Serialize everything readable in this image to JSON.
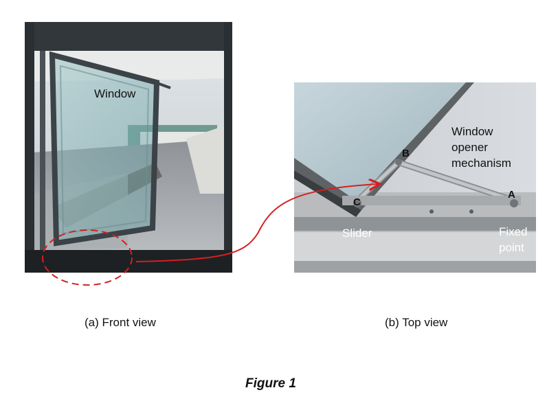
{
  "front_view": {
    "caption": "(a) Front view",
    "window_label": "Window"
  },
  "top_view": {
    "caption": "(b) Top view",
    "mechanism_label_lines": [
      "Window",
      "opener",
      "mechanism"
    ],
    "slider_label": "Slider",
    "fixed_point_lines": [
      "Fixed",
      "point"
    ],
    "point_a": "A",
    "point_b": "B",
    "point_c": "C"
  },
  "figure_title": "Figure 1",
  "annotation_color": "#d42020"
}
